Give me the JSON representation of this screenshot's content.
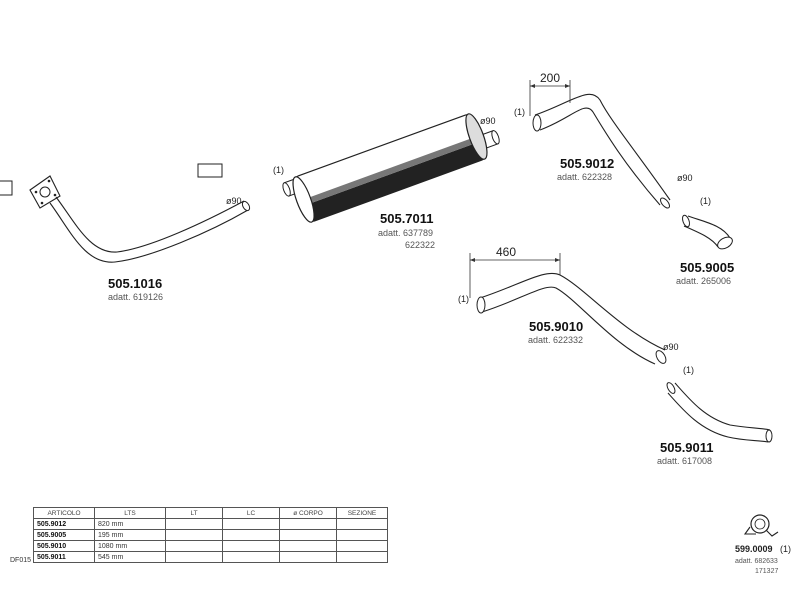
{
  "parts": {
    "p1016": {
      "code": "505.1016",
      "ref": "adatt. 619126",
      "diameter": "ø90"
    },
    "p7011": {
      "code": "505.7011",
      "ref1": "adatt. 637789",
      "ref2": "622322",
      "diameter": "ø90",
      "qty": "(1)"
    },
    "p9012": {
      "code": "505.9012",
      "ref": "adatt. 622328",
      "diameter": "ø90",
      "qty": "(1)",
      "dimension": "200"
    },
    "p9005": {
      "code": "505.9005",
      "ref": "adatt. 265006",
      "qty": "(1)"
    },
    "p9010": {
      "code": "505.9010",
      "ref": "adatt. 622332",
      "diameter": "ø90",
      "qty": "(1)",
      "dimension": "460"
    },
    "p9011": {
      "code": "505.9011",
      "ref": "adatt. 617008",
      "qty": "(1)"
    },
    "p0009": {
      "code": "599.0009",
      "qty": "(1)",
      "ref1": "adatt. 682633",
      "ref2": "171327"
    }
  },
  "table": {
    "side_code": "DF015",
    "headers": [
      "ARTICOLO",
      "LTS",
      "LT",
      "LC",
      "ø CORPO",
      "SEZIONE"
    ],
    "rows": [
      {
        "code": "505.9012",
        "lts": "820 mm"
      },
      {
        "code": "505.9005",
        "lts": "195 mm"
      },
      {
        "code": "505.9010",
        "lts": "1080 mm"
      },
      {
        "code": "505.9011",
        "lts": "545 mm"
      }
    ]
  }
}
